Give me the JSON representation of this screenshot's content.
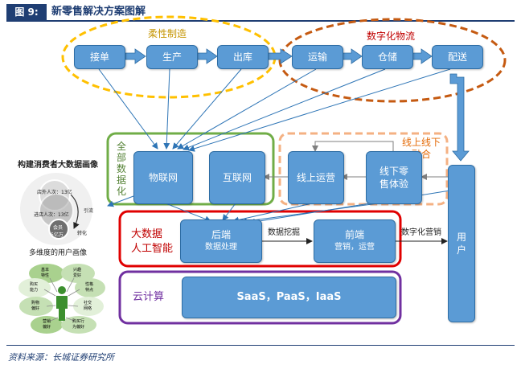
{
  "figure": {
    "label": "图 9:",
    "title": "新零售解决方案图解"
  },
  "groups": {
    "flexible_manufacturing": "柔性制造",
    "digital_logistics": "数字化物流",
    "online_offline_fusion_line1": "线上线下",
    "online_offline_fusion_line2": "融合",
    "all_data_chars": [
      "全",
      "部",
      "数",
      "据",
      "化"
    ],
    "big_data_line1": "大数据",
    "big_data_line2": "人工智能",
    "cloud_computing": "云计算"
  },
  "chain": [
    "接单",
    "生产",
    "出库",
    "运输",
    "仓储",
    "配送"
  ],
  "middle": {
    "iot": "物联网",
    "internet": "互联网",
    "online_ops": "线上运营",
    "offline_line1": "线下零",
    "offline_line2": "售体验"
  },
  "backend": {
    "title": "后端",
    "sub": "数据处理"
  },
  "frontend": {
    "title": "前端",
    "sub": "营销，运营"
  },
  "arrows": {
    "data_mining": "数据挖掘",
    "digital_marketing": "数字化营销"
  },
  "user": [
    "用",
    "户"
  ],
  "cloud": {
    "services": "SaaS，PaaS，IaaS"
  },
  "consumer": {
    "title": "构建消费者大数据画像",
    "c1": "店外人次：13亿",
    "c2": "进店人次：13亿",
    "c3a": "会员",
    "c3b": "5亿万",
    "guide": "引流",
    "convert": "转化",
    "portrait_title": "多维度的用户画像",
    "tags": [
      [
        "基本",
        "特性"
      ],
      [
        "兴趣",
        "爱好"
      ],
      [
        "购买",
        "能力"
      ],
      [
        "性格",
        "特点"
      ],
      [
        "购物",
        "偏好"
      ],
      [
        "社交",
        "网络"
      ],
      [
        "营销",
        "偏好"
      ],
      [
        "购买行",
        "为偏好"
      ]
    ]
  },
  "colors": {
    "box": "#5b9bd5",
    "yellow": "#ffc000",
    "brown": "#c55a11",
    "green": "#70ad47",
    "peach": "#f4b183",
    "red": "#e00000",
    "purple": "#7030a0",
    "navy": "#1f3e73"
  },
  "source": "资料来源：长城证券研究所"
}
